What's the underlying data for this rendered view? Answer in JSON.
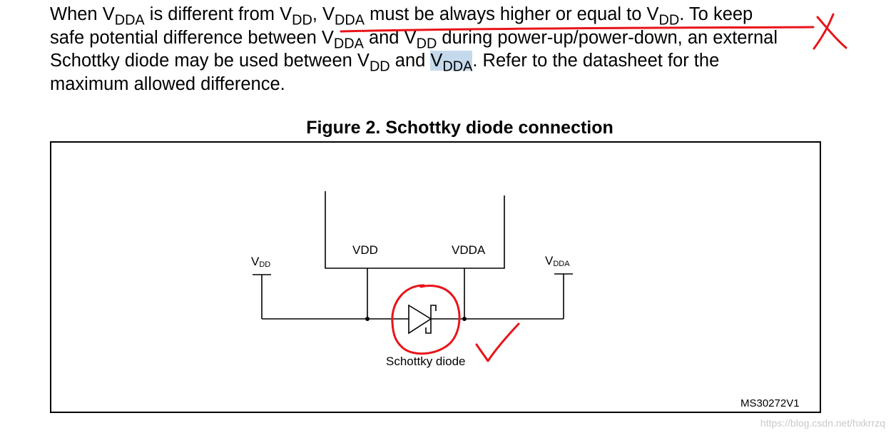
{
  "paragraph": {
    "l1_a": "When V",
    "l1_sub1": "DDA",
    "l1_b": " is different from V",
    "l1_sub2": "DD",
    "l1_c": ", V",
    "l1_sub3": "DDA",
    "l1_d": " must be always higher or equal to V",
    "l1_sub4": "DD",
    "l1_e": ". To keep",
    "l2_a": "safe potential difference between V",
    "l2_sub1": "DDA",
    "l2_b": " and V",
    "l2_sub2": "DD",
    "l2_c": " during power-up/power-down, an external",
    "l3_a": "Schottky diode may be used between V",
    "l3_sub1": "DD",
    "l3_b": " and ",
    "l3_hl_v": "V",
    "l3_hl_sub": "DDA",
    "l3_c": ". Refer to the datasheet for the",
    "l4": "maximum allowed difference."
  },
  "figure": {
    "title": "Figure 2. Schottky diode connection",
    "chip_pin_left": "VDD",
    "chip_pin_right": "VDDA",
    "supply_left_v": "V",
    "supply_left_sub": "DD",
    "supply_right_v": "V",
    "supply_right_sub": "DDA",
    "diode_label": "Schottky diode",
    "ref_code": "MS30272V1"
  },
  "watermark": "https://blog.csdn.net/hxkrrzq",
  "colors": {
    "annotation": "#e8141a",
    "highlight": "#c5d9ec"
  }
}
